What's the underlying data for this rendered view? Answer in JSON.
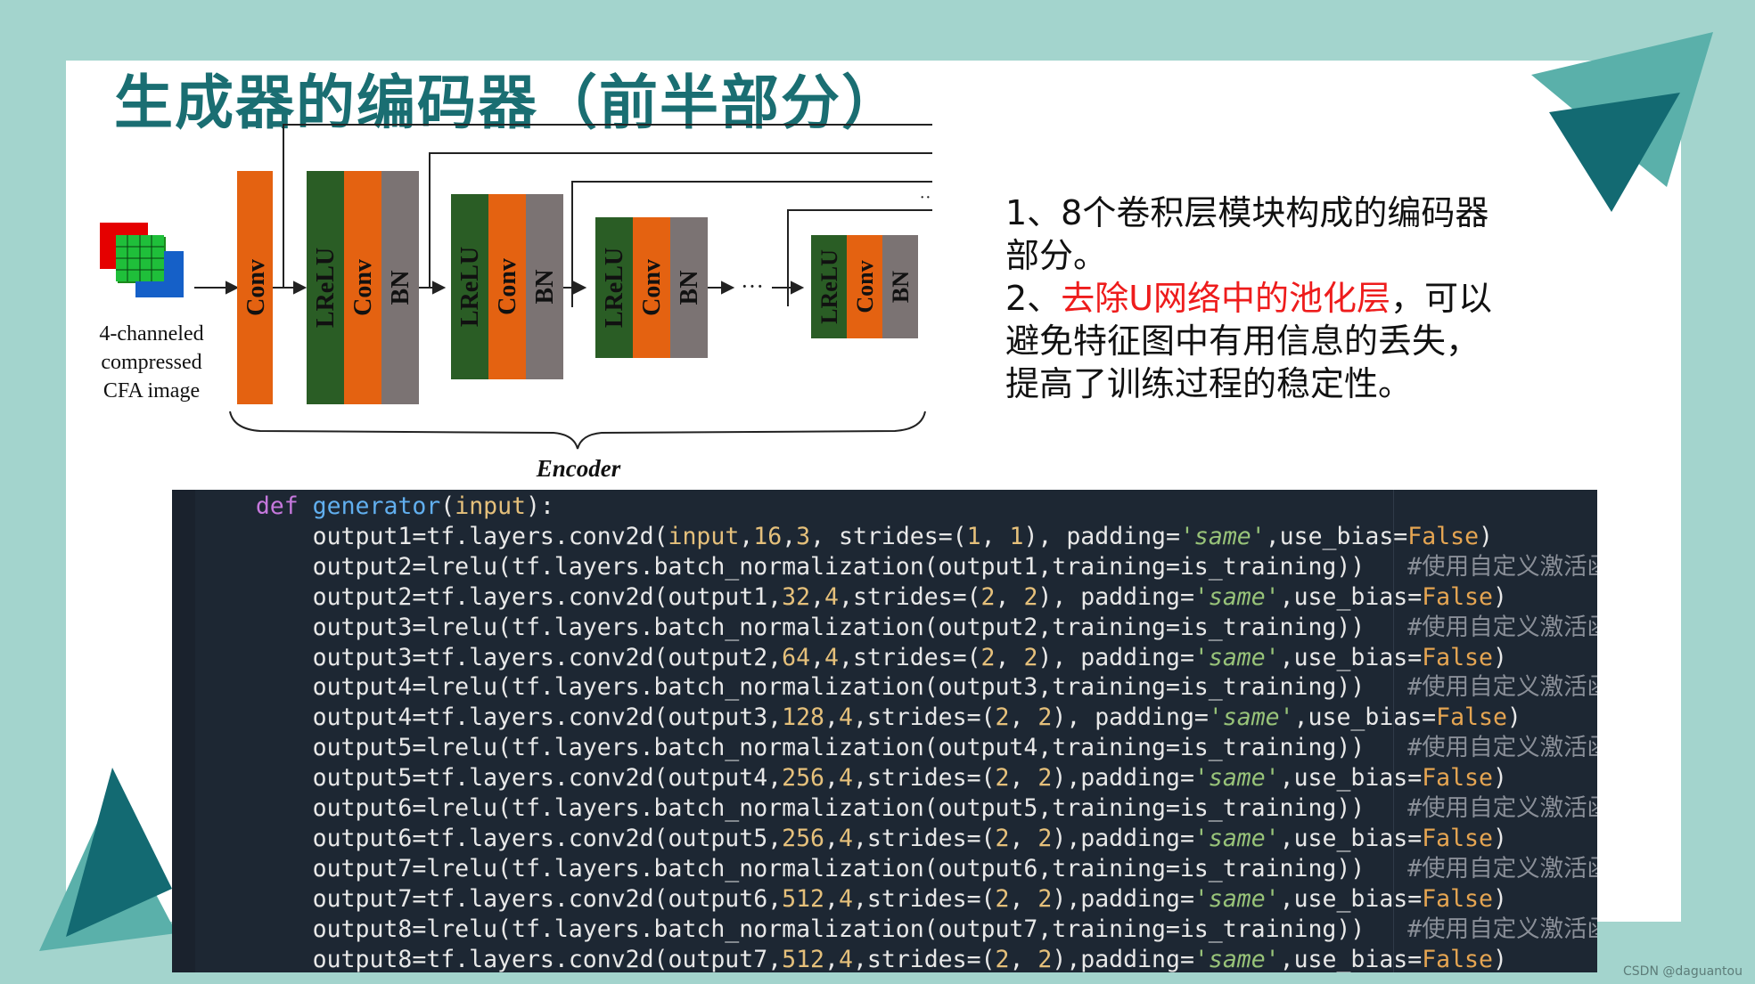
{
  "slide": {
    "title": "生成器的编码器（前半部分）",
    "bullets": {
      "line1": "1、8个卷积层模块构成的编码器",
      "line2": "部分。",
      "line3_prefix": "2、",
      "line3_highlight": "去除U网络中的池化层",
      "line3_suffix": "，可以",
      "line4": "避免特征图中有用信息的丢失，",
      "line5": "提高了训练过程的稳定性。"
    },
    "watermark": "CSDN @daguantou",
    "colors": {
      "background": "#a3d4cd",
      "title": "#1a6e72",
      "highlight": "#ee1c1c",
      "deco_dark": "#136a72",
      "deco_light": "#5ab0aa",
      "lrelu": "#2a5d25",
      "conv": "#e46211",
      "bn": "#7b7373"
    }
  },
  "diagram": {
    "input_label": [
      "4-channeled",
      "compressed",
      "CFA image"
    ],
    "conv_label": "Conv",
    "lrelu_label": "LReLU",
    "bn_label": "BN",
    "dots": "···",
    "small_dots": "··",
    "encoder_label": "Encoder"
  },
  "code": {
    "line0": {
      "kw": "def",
      "fn": "generator",
      "arg": "input"
    },
    "conv_lines": [
      {
        "out": "output1",
        "src": "input",
        "ch": "16",
        "k": "3",
        "s": "1",
        "sp": " "
      },
      {
        "out": "output2",
        "src": "output1",
        "ch": "32",
        "k": "4",
        "s": "2",
        "sp": " "
      },
      {
        "out": "output3",
        "src": "output2",
        "ch": "64",
        "k": "4",
        "s": "2",
        "sp": " "
      },
      {
        "out": "output4",
        "src": "output3",
        "ch": "128",
        "k": "4",
        "s": "2",
        "sp": " "
      },
      {
        "out": "output5",
        "src": "output4",
        "ch": "256",
        "k": "4",
        "s": "2",
        "sp": ""
      },
      {
        "out": "output6",
        "src": "output5",
        "ch": "256",
        "k": "4",
        "s": "2",
        "sp": ""
      },
      {
        "out": "output7",
        "src": "output6",
        "ch": "512",
        "k": "4",
        "s": "2",
        "sp": ""
      },
      {
        "out": "output8",
        "src": "output7",
        "ch": "512",
        "k": "4",
        "s": "2",
        "sp": ""
      }
    ],
    "lrelu_lines": [
      {
        "out": "output2",
        "src": "output1"
      },
      {
        "out": "output3",
        "src": "output2"
      },
      {
        "out": "output4",
        "src": "output3"
      },
      {
        "out": "output5",
        "src": "output4"
      },
      {
        "out": "output6",
        "src": "output5"
      },
      {
        "out": "output7",
        "src": "output6"
      },
      {
        "out": "output8",
        "src": "output7"
      }
    ],
    "same": "'same'",
    "false_kw": "False",
    "comment": "#使用自定义激活函数lrelu,"
  }
}
